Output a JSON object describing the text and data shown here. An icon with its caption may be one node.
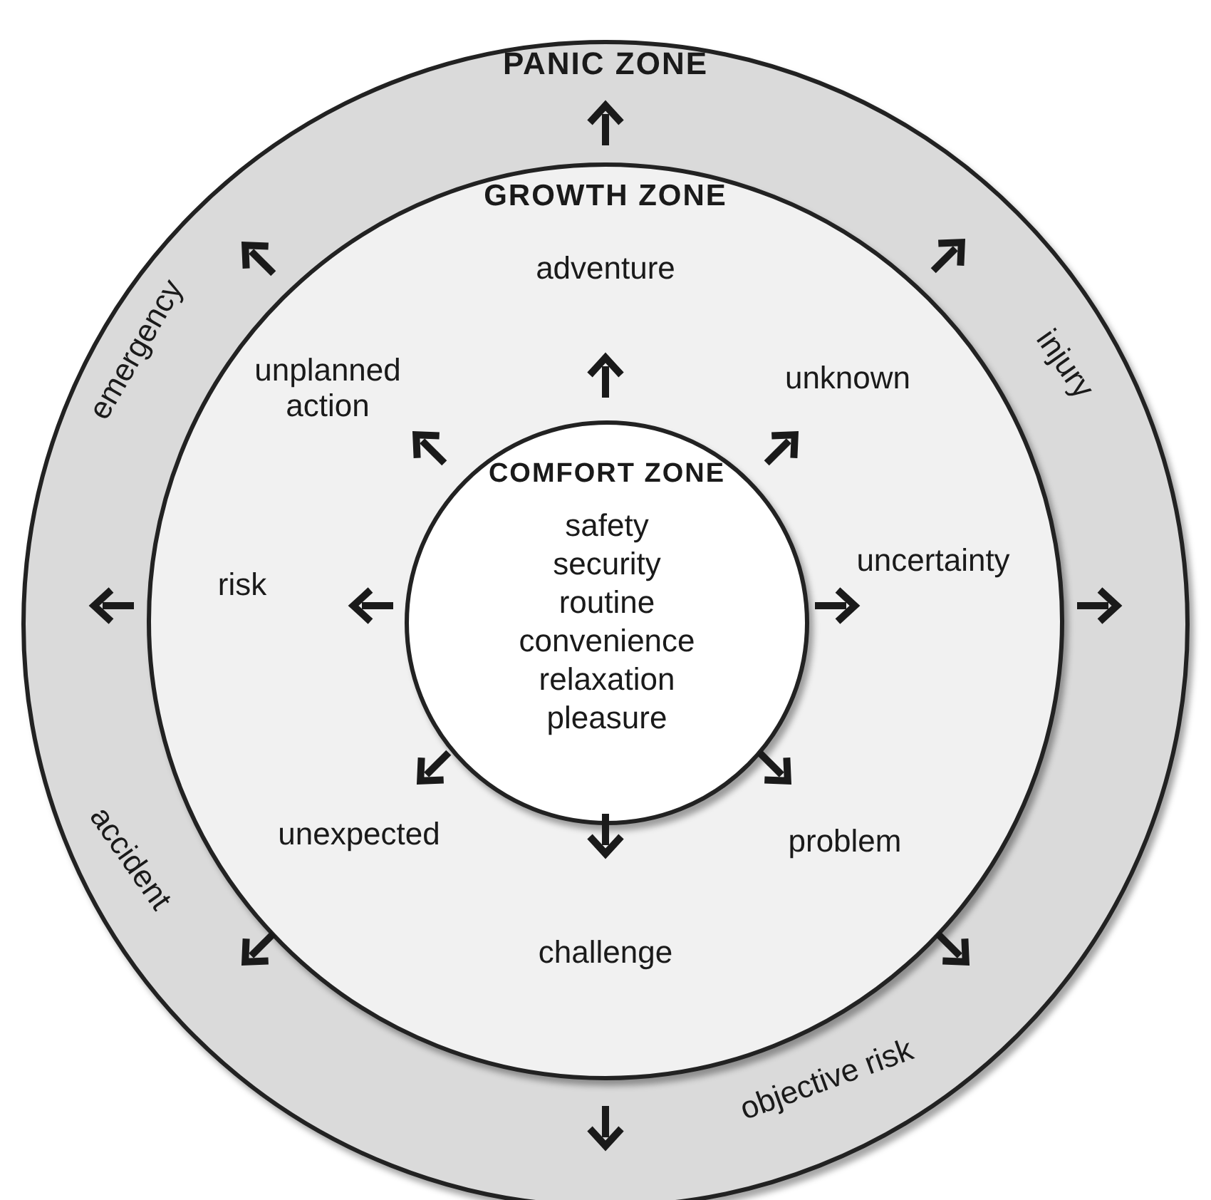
{
  "diagram": {
    "nodes": [
      {
        "text": [
          "PANIC ZONE"
        ]
      },
      {
        "text": [
          "GROWTH ZONE"
        ],
        "in": 0
      },
      {
        "text": [
          "COMFORT ZONE",
          "safety security routine convenience relaxation pleasure"
        ],
        "in": 1
      }
    ],
    "edges": [],
    "labels": [
      "adventure",
      "emergency",
      "injury",
      "unplanned action",
      "unknown",
      "uncertainty",
      "risk",
      "unexpected",
      "problem",
      "accident",
      "challenge",
      "objective risk"
    ]
  }
}
